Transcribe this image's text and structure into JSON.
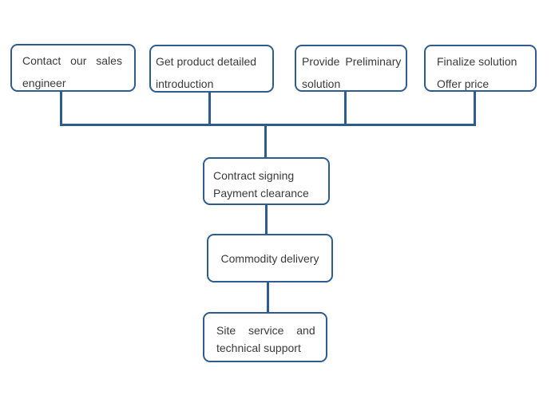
{
  "colors": {
    "accent": "#2e5c8f",
    "text": "#3a3a3a",
    "background": "#ffffff"
  },
  "nodes": [
    {
      "id": "contact-sales-engineer",
      "lines": [
        "Contact our sales",
        "engineer"
      ]
    },
    {
      "id": "product-detailed-introduction",
      "lines": [
        "Get product detailed",
        "introduction"
      ]
    },
    {
      "id": "provide-preliminary-solution",
      "lines": [
        "Provide Preliminary",
        "solution"
      ]
    },
    {
      "id": "finalize-solution-offer-price",
      "lines": [
        "Finalize solution",
        "Offer price"
      ]
    },
    {
      "id": "contract-signing-payment-clearance",
      "lines": [
        "Contract signing",
        "Payment clearance"
      ]
    },
    {
      "id": "commodity-delivery",
      "lines": [
        "Commodity delivery"
      ]
    },
    {
      "id": "site-service-technical-support",
      "lines": [
        "Site service and",
        "technical support"
      ]
    }
  ],
  "edges": [
    {
      "from": "contact-sales-engineer",
      "to": "contract-signing-payment-clearance"
    },
    {
      "from": "product-detailed-introduction",
      "to": "contract-signing-payment-clearance"
    },
    {
      "from": "provide-preliminary-solution",
      "to": "contract-signing-payment-clearance"
    },
    {
      "from": "finalize-solution-offer-price",
      "to": "contract-signing-payment-clearance"
    },
    {
      "from": "contract-signing-payment-clearance",
      "to": "commodity-delivery"
    },
    {
      "from": "commodity-delivery",
      "to": "site-service-technical-support"
    }
  ]
}
